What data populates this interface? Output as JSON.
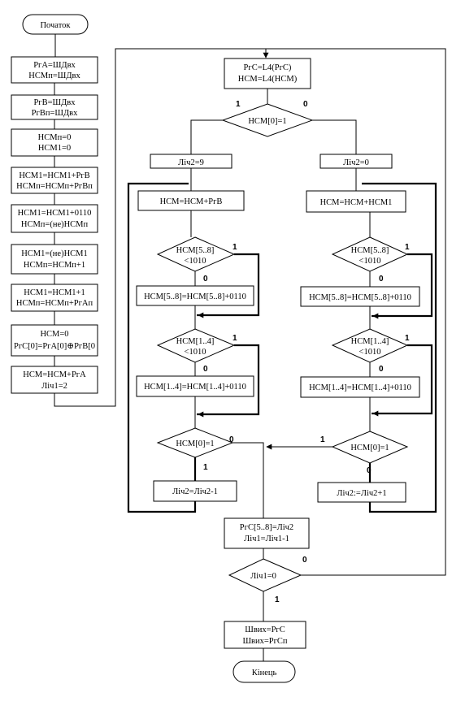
{
  "start": "Початок",
  "end": "Кінець",
  "left_column": [
    [
      "РгА=ШДвх",
      "НСМп=ШДвх"
    ],
    [
      "РгВ=ШДвх",
      "РгВп=ШДвх"
    ],
    [
      "НСМп=0",
      "НСМ1=0"
    ],
    [
      "НСМ1=НСМ1+РгВ",
      "НСМп=НСМп+РгВп"
    ],
    [
      "НСМ1=НСМ1+0110",
      "НСМп=(не)НСМп"
    ],
    [
      "НСМ1=(не)НСМ1",
      "НСМп=НСМп+1"
    ],
    [
      "НСМ1=НСМ1+1",
      "НСМп=НСМп+РгАп"
    ],
    [
      "НСМ=0",
      "РгС[0]=РгА[0]⊕РгВ[0"
    ],
    [
      "НСМ=НСМ+РгА",
      "Лiч1=2"
    ]
  ],
  "shift_block": [
    "РгС=L4(РгС)",
    "НСМ=L4(НСМ)"
  ],
  "cond_main": "НСМ[0]=1",
  "set_lich2_9": "Лiч2=9",
  "set_lich2_0": "Лiч2=0",
  "left_add": "НСМ=НСМ+РгВ",
  "right_add": "НСМ=НСМ+НСМ1",
  "cond_hi": [
    "НСМ[5..8]",
    "<1010"
  ],
  "corr_hi": "НСМ[5..8]=НСМ[5..8]+0110",
  "cond_lo": [
    "НСМ[1..4]",
    "<1010"
  ],
  "corr_lo": "НСМ[1..4]=НСМ[1..4]+0110",
  "cond_loop": "НСМ[0]=1",
  "dec_lich2": "Лiч2=Лiч2-1",
  "inc_lich2": "Лiч2:=Лiч2+1",
  "store_block": [
    "РгС[5..8]=Лiч2",
    "Лiч1=Лiч1-1"
  ],
  "cond_end": "Лiч1=0",
  "output_block": [
    "Швих=РгС",
    "Швих=РгСп"
  ],
  "labels": {
    "one": "1",
    "zero": "0"
  }
}
